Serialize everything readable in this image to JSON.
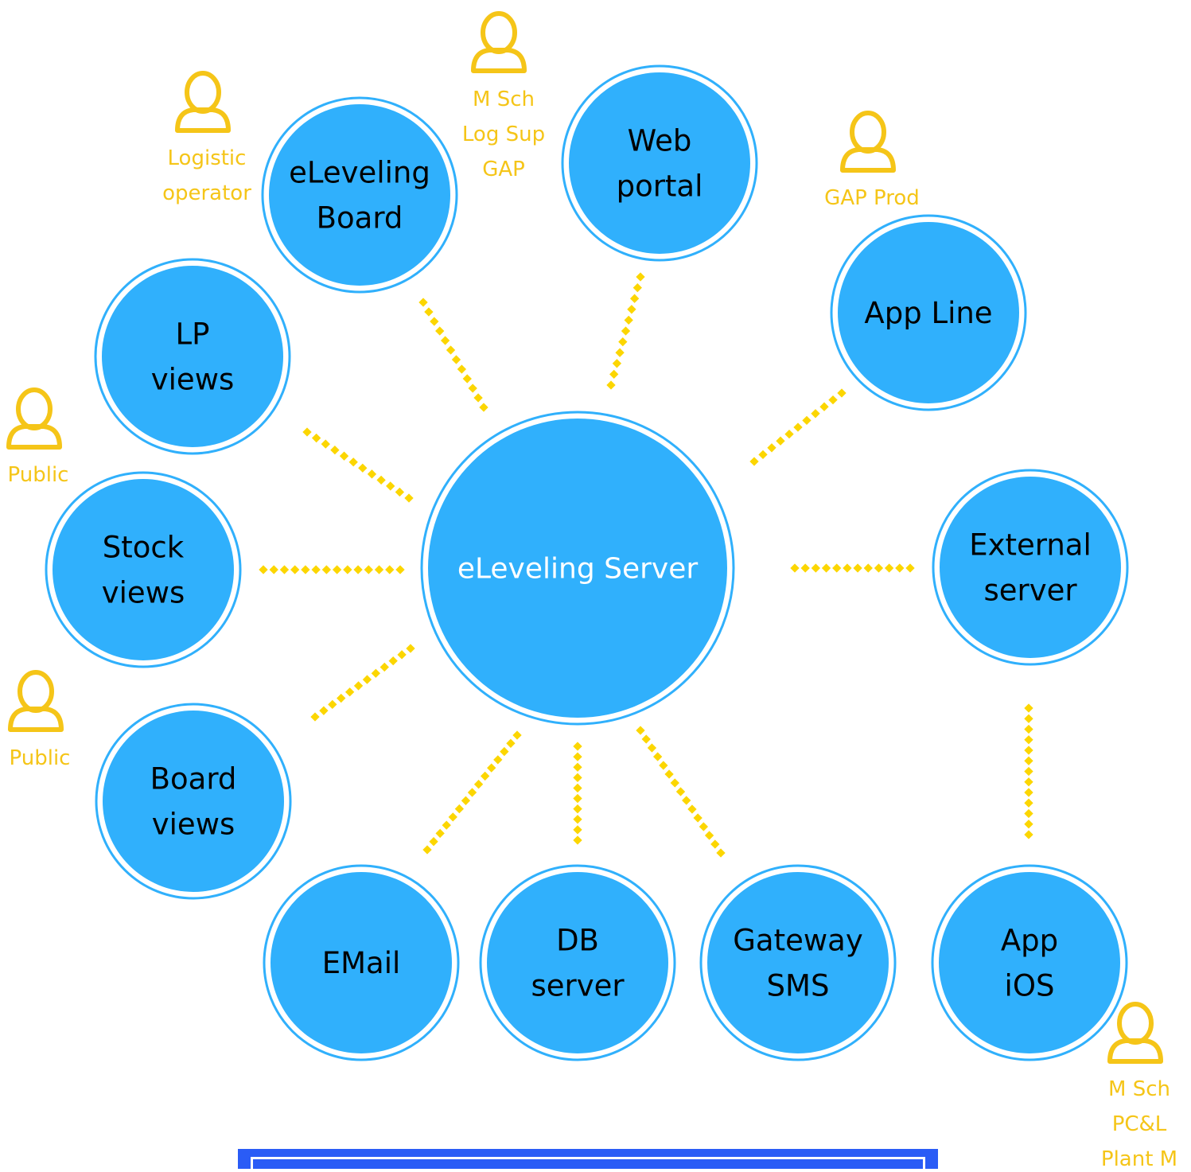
{
  "colors": {
    "node_fill": "#30b0fc",
    "node_ring": "#30b0fc",
    "connector": "#fcd600",
    "user": "#f5c518",
    "bar": "#2a5cf6"
  },
  "center": {
    "label": "eLeveling Server"
  },
  "nodes": [
    {
      "id": "eleveling-board",
      "lines": [
        "eLeveling",
        "Board"
      ]
    },
    {
      "id": "web-portal",
      "lines": [
        "Web",
        "portal"
      ]
    },
    {
      "id": "app-line",
      "lines": [
        "App Line"
      ]
    },
    {
      "id": "lp-views",
      "lines": [
        "LP",
        "views"
      ]
    },
    {
      "id": "stock-views",
      "lines": [
        "Stock",
        "views"
      ]
    },
    {
      "id": "board-views",
      "lines": [
        "Board",
        "views"
      ]
    },
    {
      "id": "external-server",
      "lines": [
        "External",
        "server"
      ]
    },
    {
      "id": "email",
      "lines": [
        "EMail"
      ]
    },
    {
      "id": "db-server",
      "lines": [
        "DB",
        "server"
      ]
    },
    {
      "id": "gateway-sms",
      "lines": [
        "Gateway",
        "SMS"
      ]
    },
    {
      "id": "app-ios",
      "lines": [
        "App",
        "iOS"
      ]
    }
  ],
  "users": [
    {
      "id": "logistic",
      "icon": "user-icon",
      "lines": [
        "Logistic",
        "operator"
      ]
    },
    {
      "id": "web",
      "icon": "user-icon",
      "lines": [
        "M Sch",
        "Log Sup",
        "GAP"
      ]
    },
    {
      "id": "gapprod",
      "icon": "user-icon",
      "lines": [
        "GAP Prod"
      ]
    },
    {
      "id": "public1",
      "icon": "user-icon",
      "lines": [
        "Public"
      ]
    },
    {
      "id": "public2",
      "icon": "user-icon",
      "lines": [
        "Public"
      ]
    },
    {
      "id": "ios",
      "icon": "user-icon",
      "lines": [
        "M Sch",
        "PC&L",
        "Plant M"
      ]
    }
  ]
}
